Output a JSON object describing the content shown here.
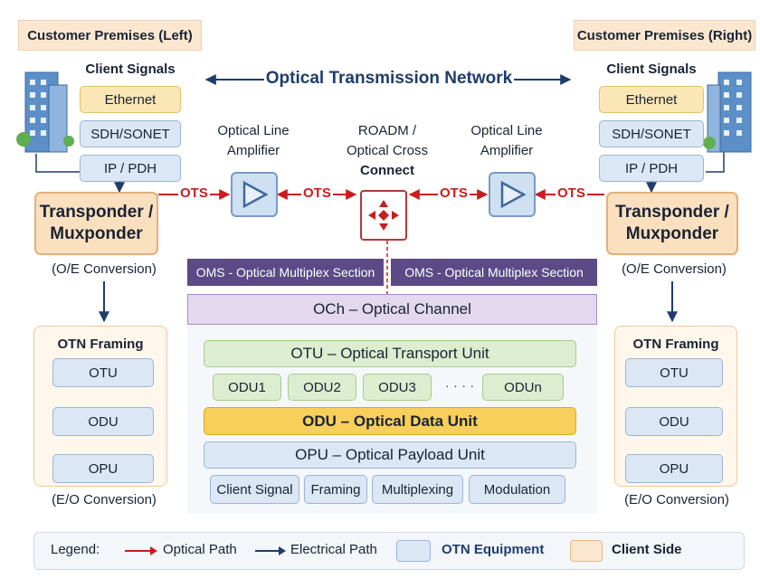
{
  "left": {
    "header": "Customer Premises (Left)",
    "client_signals_title": "Client Signals",
    "signals": [
      "Ethernet",
      "SDH/SONET",
      "IP / PDH"
    ],
    "transponder": [
      "Transponder /",
      "Muxponder"
    ],
    "oe_conversion": "(O/E Conversion)",
    "framing_title": "OTN Framing",
    "framing_items": [
      "OTU",
      "ODU",
      "OPU"
    ],
    "eo_conversion": "(E/O Conversion)"
  },
  "right": {
    "header": "Customer Premises (Right)",
    "client_signals_title": "Client Signals",
    "signals": [
      "Ethernet",
      "SDH/SONET",
      "IP / PDH"
    ],
    "transponder": [
      "Transponder /",
      "Muxponder"
    ],
    "oe_conversion": "(O/E Conversion)",
    "framing_title": "OTN Framing",
    "framing_items": [
      "OTU",
      "ODU",
      "OPU"
    ],
    "eo_conversion": "(E/O Conversion)"
  },
  "network_title": "Optical Transmission Network",
  "amplifier_left": [
    "Optical Line",
    "Amplifier"
  ],
  "amplifier_right": [
    "Optical Line",
    "Amplifier"
  ],
  "roadm": [
    "ROADM /",
    "Optical Cross",
    "Connect"
  ],
  "ots_labels": [
    "OTS",
    "OTS",
    "OTS",
    "OTS"
  ],
  "oms_left": "OMS - Optical Multiplex Section",
  "oms_right": "OMS - Optical Multiplex Section",
  "och": "OCh – Optical Channel",
  "otu": "OTU – Optical Transport Unit",
  "odus": [
    "ODU1",
    "ODU2",
    "ODU3",
    "ODUn"
  ],
  "odu_ellipsis": "· · · ·",
  "odu": "ODU – Optical Data Unit",
  "opu": "OPU – Optical Payload Unit",
  "functions": [
    "Client Signal",
    "Framing",
    "Multiplexing",
    "Modulation"
  ],
  "legend": {
    "title": "Legend:",
    "optical": "Optical Path",
    "electrical": "Electrical Path",
    "otn_equipment": "OTN Equipment",
    "client_side": "Client Side"
  },
  "colors": {
    "optical_path": "#c81e1e",
    "electrical_path": "#1f3d6b",
    "otn_equipment": "#dbe7f5",
    "client_side": "#fbe7cf",
    "oms": "#5b4a86",
    "och": "#e4d8ef",
    "odu": "#f7cf5a"
  },
  "icons": [
    "building-icon",
    "amplifier-icon",
    "roadm-icon",
    "arrow-icon"
  ]
}
